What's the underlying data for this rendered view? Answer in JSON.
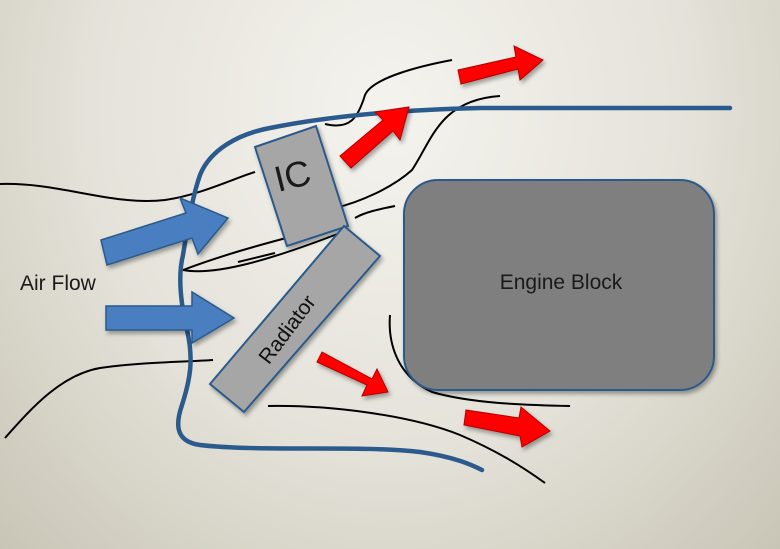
{
  "labels": {
    "air_flow": "Air Flow",
    "intercooler": "IC",
    "radiator": "Radiator",
    "engine_block": "Engine Block"
  },
  "colors": {
    "fender_outline": "#2b5a8c",
    "air_flow_arrow": "#4a7fc0",
    "hot_air_arrow": "#ff0000",
    "component_fill": "#a6a6a6",
    "engine_fill": "#7f7f7f",
    "airflow_lines": "#000000"
  }
}
